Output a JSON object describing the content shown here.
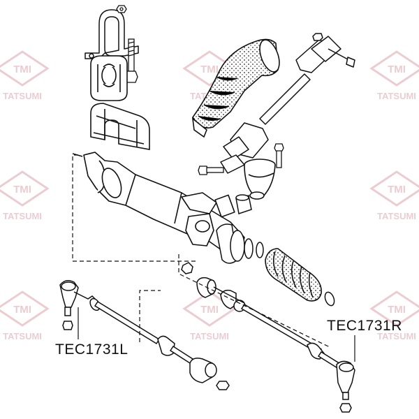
{
  "watermark": {
    "logo_text": "TMI",
    "brand_text": "TATSUMI",
    "color": "#d9a3ad"
  },
  "labels": {
    "left_part": "TEC1731L",
    "right_part": "TEC1731R"
  },
  "watermark_positions": [
    {
      "col": "left"
    },
    {
      "col": "center"
    },
    {
      "col": "right"
    },
    {
      "col": "left"
    },
    {
      "col": "right"
    },
    {
      "col": "left"
    },
    {
      "col": "center"
    },
    {
      "col": "right"
    }
  ]
}
